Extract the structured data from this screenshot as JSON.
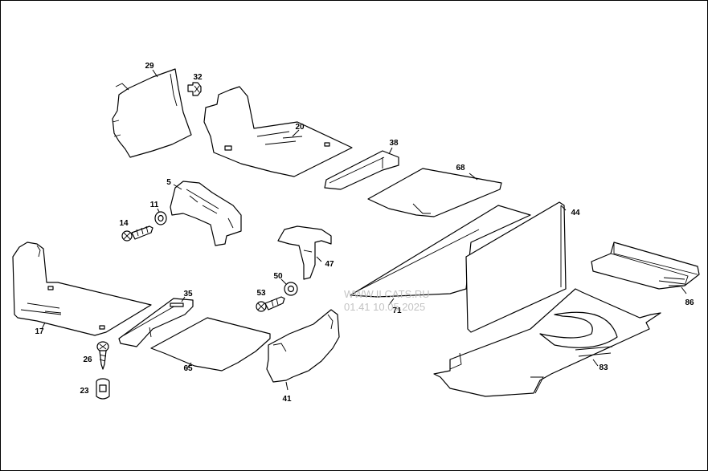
{
  "callouts": {
    "c29": "29",
    "c32": "32",
    "c20": "20",
    "c38": "38",
    "c68": "68",
    "c5": "5",
    "c11": "11",
    "c14": "14",
    "c44": "44",
    "c47": "47",
    "c50": "50",
    "c53": "53",
    "c71": "71",
    "c86": "86",
    "c35": "35",
    "c17": "17",
    "c26": "26",
    "c23": "23",
    "c65": "65",
    "c41": "41",
    "c83": "83"
  },
  "watermark": {
    "site": "WWW.ILCATS.RU",
    "stamp": "01.41 10.05.2025"
  }
}
